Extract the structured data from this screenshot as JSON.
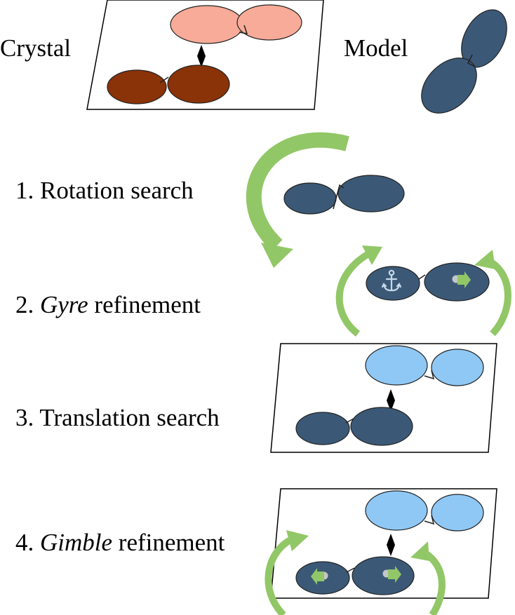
{
  "labels": {
    "crystal": "Crystal",
    "model": "Model"
  },
  "steps": [
    {
      "number": "1.",
      "emphasis": "",
      "rest": "Rotation search"
    },
    {
      "number": "2.",
      "emphasis": "Gyre",
      "rest": "refinement"
    },
    {
      "number": "3.",
      "emphasis": "",
      "rest": "Translation search"
    },
    {
      "number": "4.",
      "emphasis": "Gimble",
      "rest": "refinement"
    }
  ],
  "colors": {
    "crystal_light": "#f7ab98",
    "crystal_dark": "#8a3208",
    "model": "#3b5977",
    "copy_light": "#8fc8f5",
    "arrow": "#92c767",
    "dot": "#c4c7c9",
    "outline": "#222222"
  },
  "icons": [
    "twofold-axis-icon",
    "anchor-icon",
    "rotation-arrow-icon",
    "translation-arrow-icon"
  ]
}
